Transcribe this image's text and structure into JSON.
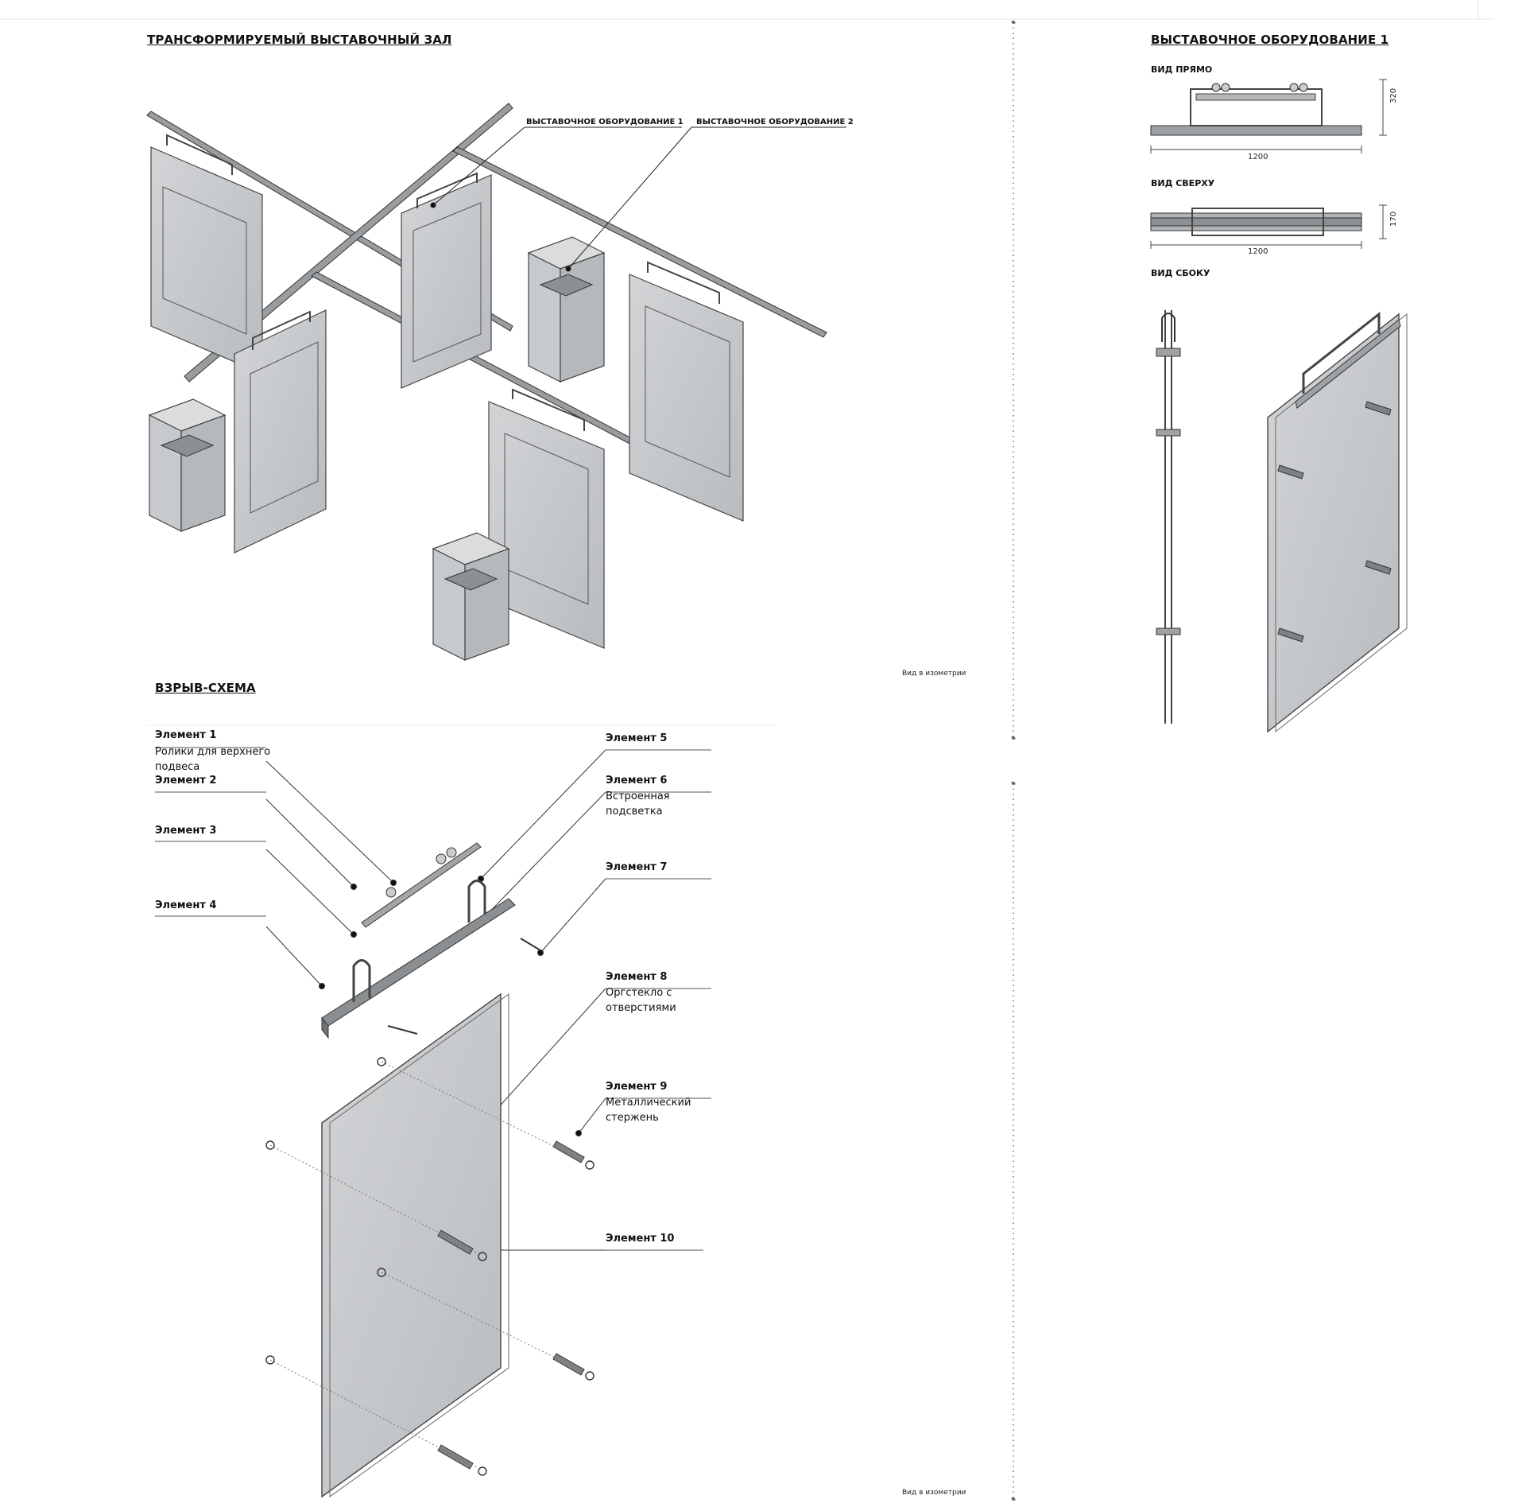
{
  "hall": {
    "title": "ТРАНСФОРМИРУЕМЫЙ ВЫСТАВОЧНЫЙ ЗАЛ",
    "label_eq1": "ВЫСТАВОЧНОЕ ОБОРУДОВАНИЕ 1",
    "label_eq2": "ВЫСТАВОЧНОЕ ОБОРУДОВАНИЕ 2",
    "caption": "Вид в изометрии"
  },
  "explode": {
    "title": "ВЗРЫВ-СХЕМА",
    "caption": "Вид в изометрии",
    "elements": [
      {
        "title": "Элемент 1",
        "desc1": "Ролики для верхнего",
        "desc2": "подвеса"
      },
      {
        "title": "Элемент 2",
        "desc1": "",
        "desc2": ""
      },
      {
        "title": "Элемент 3",
        "desc1": "",
        "desc2": ""
      },
      {
        "title": "Элемент 4",
        "desc1": "",
        "desc2": ""
      },
      {
        "title": "Элемент 5",
        "desc1": "",
        "desc2": ""
      },
      {
        "title": "Элемент 6",
        "desc1": "Встроенная",
        "desc2": "подсветка"
      },
      {
        "title": "Элемент 7",
        "desc1": "",
        "desc2": ""
      },
      {
        "title": "Элемент 8",
        "desc1": "Оргстекло  с",
        "desc2": "отверстиями"
      },
      {
        "title": "Элемент 9",
        "desc1": "Металлический",
        "desc2": "стержень"
      },
      {
        "title": "Элемент 10",
        "desc1": "",
        "desc2": ""
      }
    ]
  },
  "equipment": {
    "title": "ВЫСТАВОЧНОЕ ОБОРУДОВАНИЕ 1",
    "view_front": "ВИД ПРЯМО",
    "view_top": "ВИД СВЕРХУ",
    "view_side": "ВИД СБОКУ",
    "front_width": "1200",
    "front_height": "320",
    "top_width": "1200",
    "top_depth": "170"
  }
}
